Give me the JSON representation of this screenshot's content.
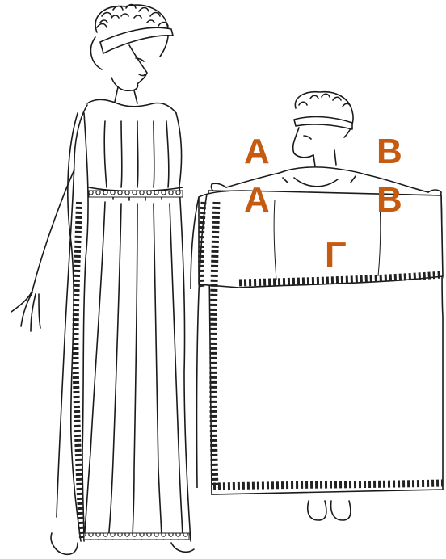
{
  "labels": {
    "a_upper": "Α",
    "a_lower": "Α",
    "b_upper": "Β",
    "b_lower": "Β",
    "gamma": "Γ"
  },
  "colors": {
    "label": "#c55a11",
    "ink": "#1a1a1a",
    "border_pattern": "#333333"
  }
}
